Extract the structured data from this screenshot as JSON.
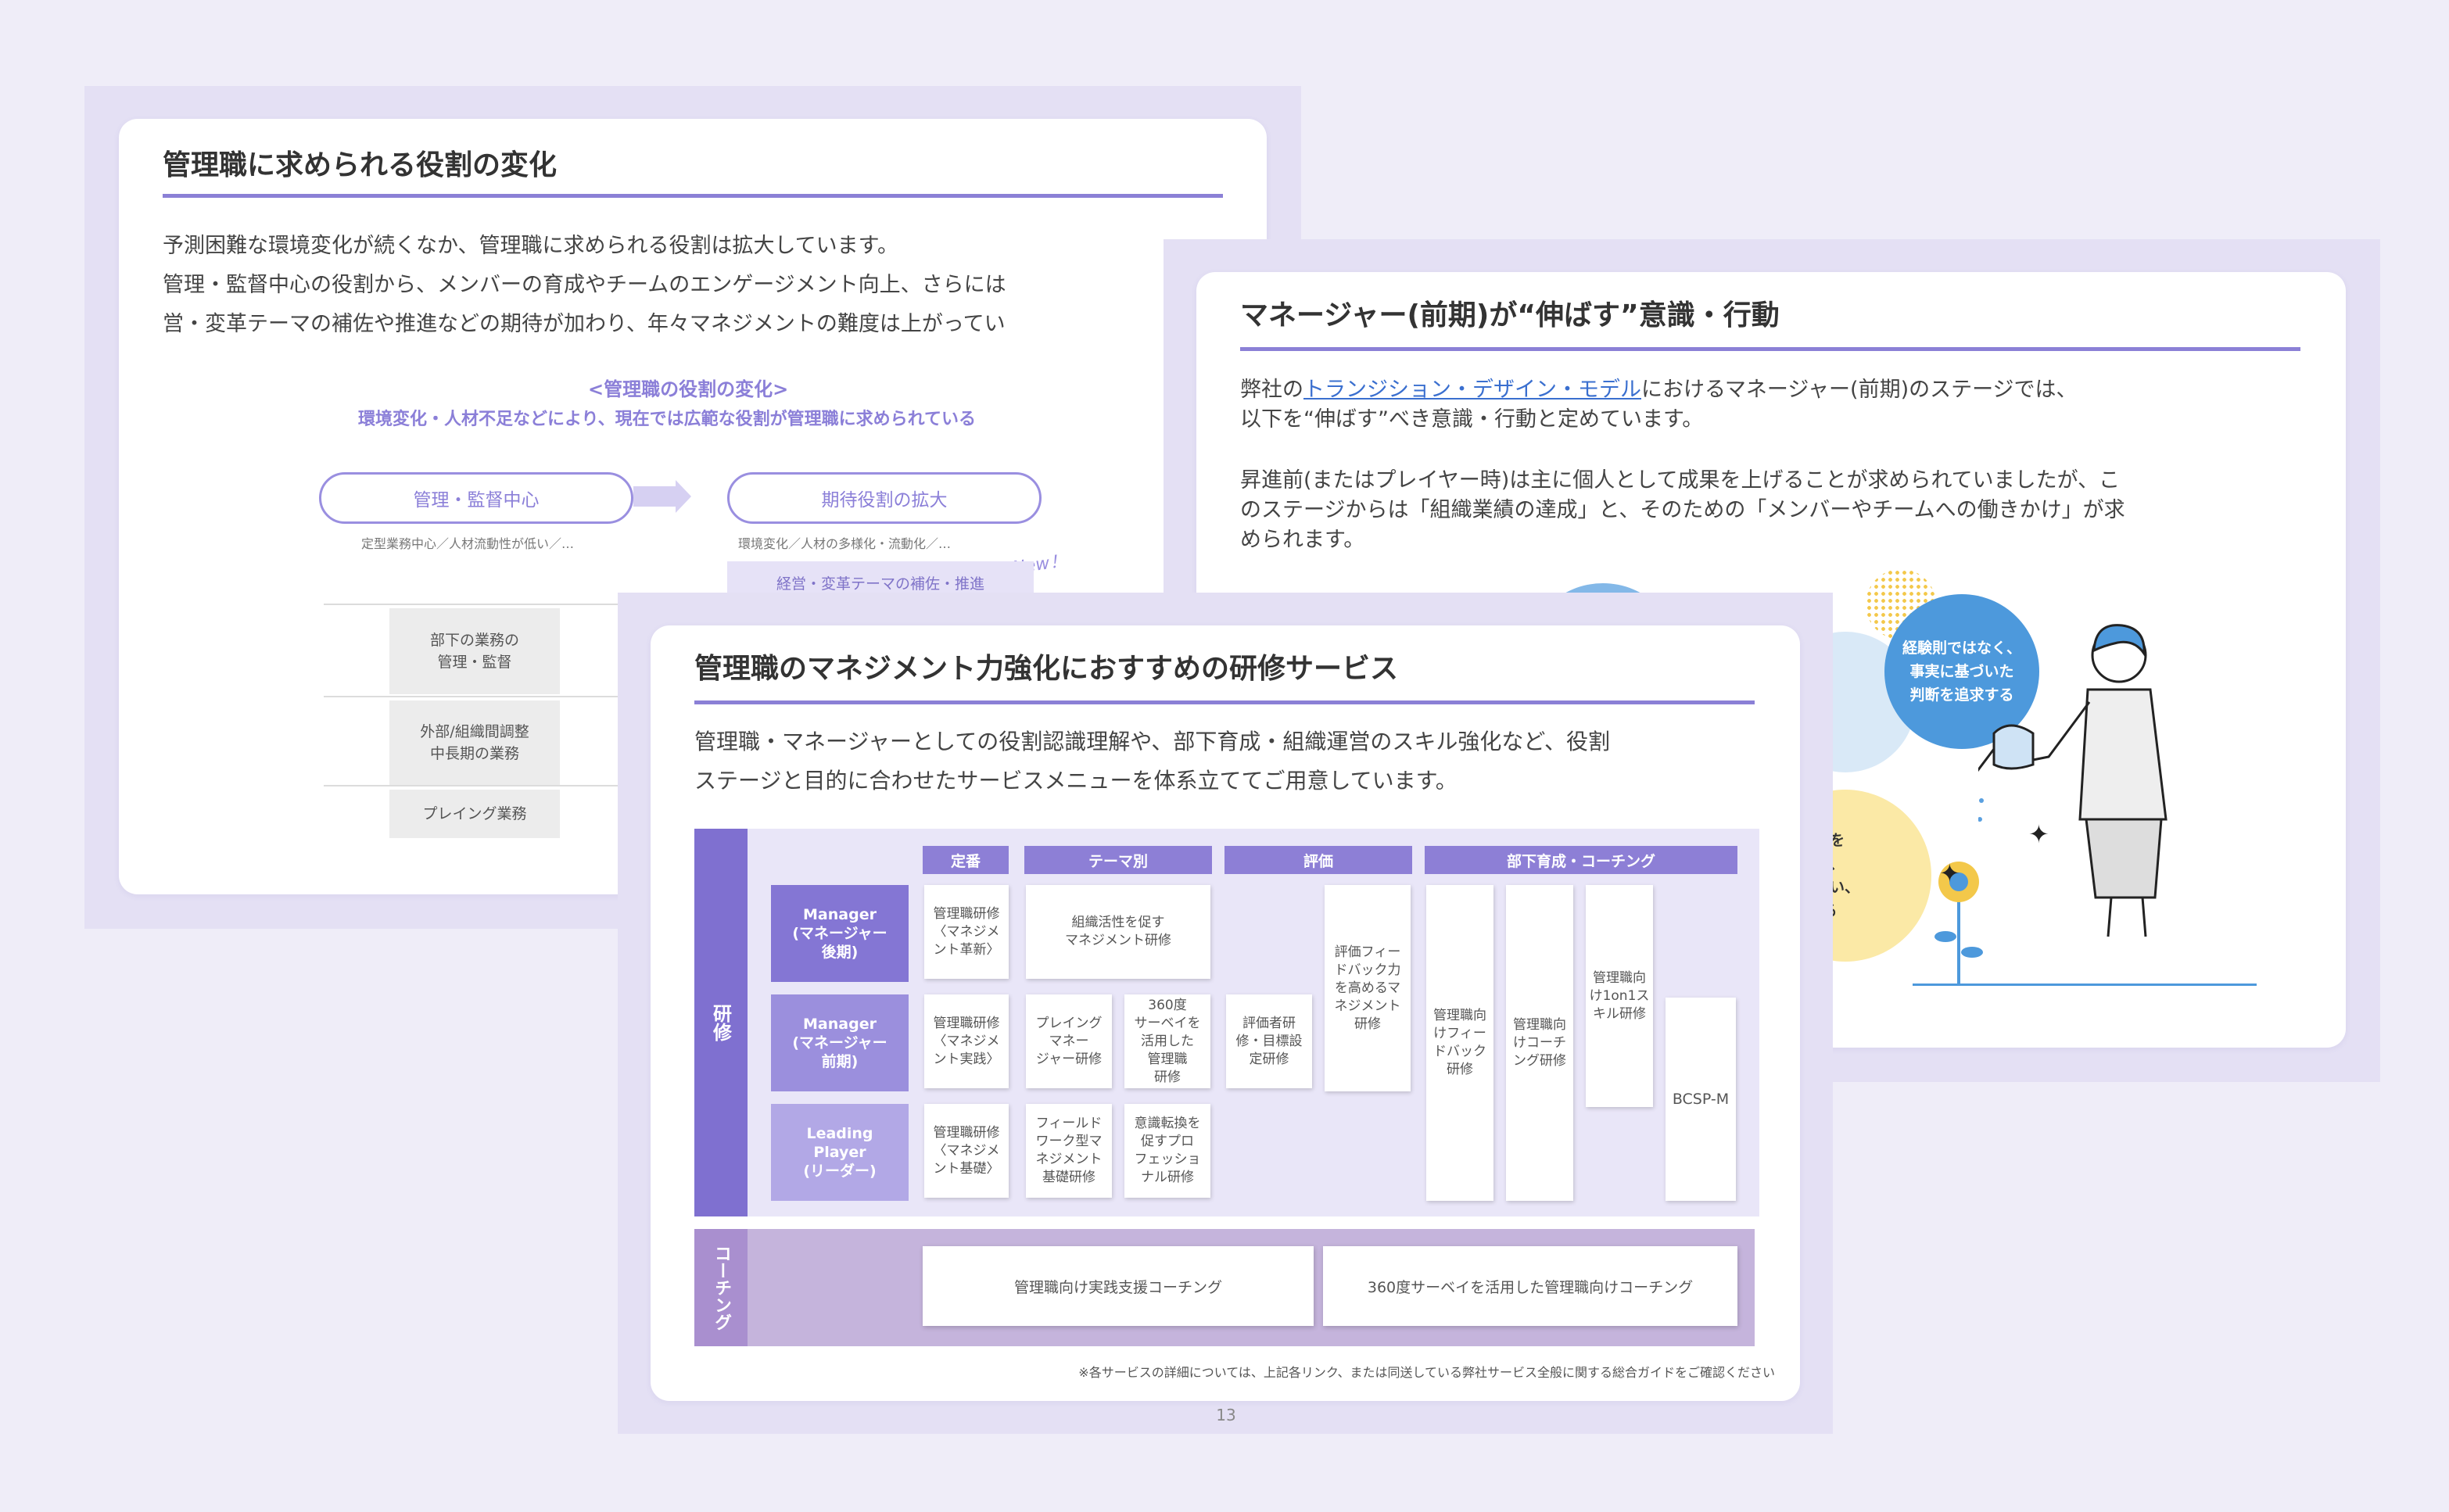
{
  "slide1": {
    "title": "管理職に求められる役割の変化",
    "paragraph": [
      "予測困難な環境変化が続くなか、管理職に求められる役割は拡大しています。",
      "管理・監督中心の役割から、メンバーの育成やチームのエンゲージメント向上、さらには",
      "営・変革テーマの補佐や推進などの期待が加わり、年々マネジメントの難度は上がってい"
    ],
    "diagram_title": "<管理職の役割の変化>",
    "diagram_subtitle": "環境変化・人材不足などにより、現在では広範な役割が管理職に求められている",
    "left_pill": "管理・監督中心",
    "left_caption": "定型業務中心／人材流動性が低い／…",
    "right_pill": "期待役割の拡大",
    "right_caption": "環境変化／人材の多様化・流動化／…",
    "new_label": "New！",
    "right_box": "経営・変革テーマの補佐・推進",
    "rows": [
      "部下の業務の\n管理・監督",
      "外部/組織間調整\n中長期の業務",
      "プレイング業務"
    ]
  },
  "slide2": {
    "title": "マネージャー(前期)が“伸ばす”意識・行動",
    "p1_prefix": "弊社の",
    "p1_link": "トランジション・デザイン・モデル",
    "p1_suffix": "におけるマネージャー(前期)のステージでは、",
    "p1_line2": "以下を“伸ばす”べき意識・行動と定めています。",
    "p2": [
      "昇進前(またはプレイヤー時)は主に個人として成果を上げることが求められていましたが、こ",
      "のステージからは「組織業績の達成」と、そのための「メンバーやチームへの働きかけ」が求",
      "められます。"
    ],
    "bubble_blue": "経験則ではなく、\n事実に基づいた\n判断を追求する",
    "bubble_yellow": "ることを\nとわず、\nに向き合い、\n望する"
  },
  "slide3": {
    "title": "管理職のマネジメント力強化におすすめの研修サービス",
    "paragraph": [
      "管理職・マネージャーとしての役割認識理解や、部下育成・組織運営のスキル強化など、役割",
      "ステージと目的に合わせたサービスメニューを体系立ててご用意しています。"
    ],
    "side_training": "研修",
    "side_coaching": "コーチング",
    "headers": [
      "定番",
      "テーマ別",
      "評価",
      "部下育成・コーチング"
    ],
    "rows": [
      "Manager\n(マネージャー\n後期)",
      "Manager\n(マネージャー\n前期)",
      "Leading\nPlayer\n(リーダー)"
    ],
    "boxes": {
      "std_late": "管理職研修\n〈マネジメ\nント革新〉",
      "theme_late": "組織活性を促す\nマネジメント研修",
      "std_early": "管理職研修\n〈マネジメ\nント実践〉",
      "playing_mgr": "プレイング\nマネー\nジャー研修",
      "survey360": "360度\nサーベイを\n活用した\n管理職\n研修",
      "std_leader": "管理職研修\n〈マネジメ\nント基礎〉",
      "fieldwork": "フィールド\nワーク型マ\nネジメント\n基礎研修",
      "mindset": "意識転換を\n促すプロ\nフェッショ\nナル研修",
      "evaluator": "評価者研\n修・目標設\n定研修",
      "feedback_eval": "評価フィー\nドバック力\nを高めるマ\nネジメント\n研修",
      "feedback_dev": "管理職向\nけフィー\nドバック\n研修",
      "coaching_dev": "管理職向\nけコーチ\nング研修",
      "one_on_one": "管理職向\nけ1on1ス\nキル研修",
      "bcsp": "BCSP-M"
    },
    "coaching": [
      "管理職向け実践支援コーチング",
      "360度サーベイを活用した管理職向けコーチング"
    ],
    "footnote": "※各サービスの詳細については、上記各リンク、または同送している弊社サービス全般に関する総合ガイドをご確認ください",
    "page": "13"
  },
  "colors": {
    "accent": "#8b80d6",
    "header": "#8d7fd6",
    "row_late": "#8476d4",
    "row_early": "#9b8fdd",
    "row_leader": "#b2a8e6",
    "coaching": "#c5b4dc",
    "link": "#3a6fcf"
  }
}
